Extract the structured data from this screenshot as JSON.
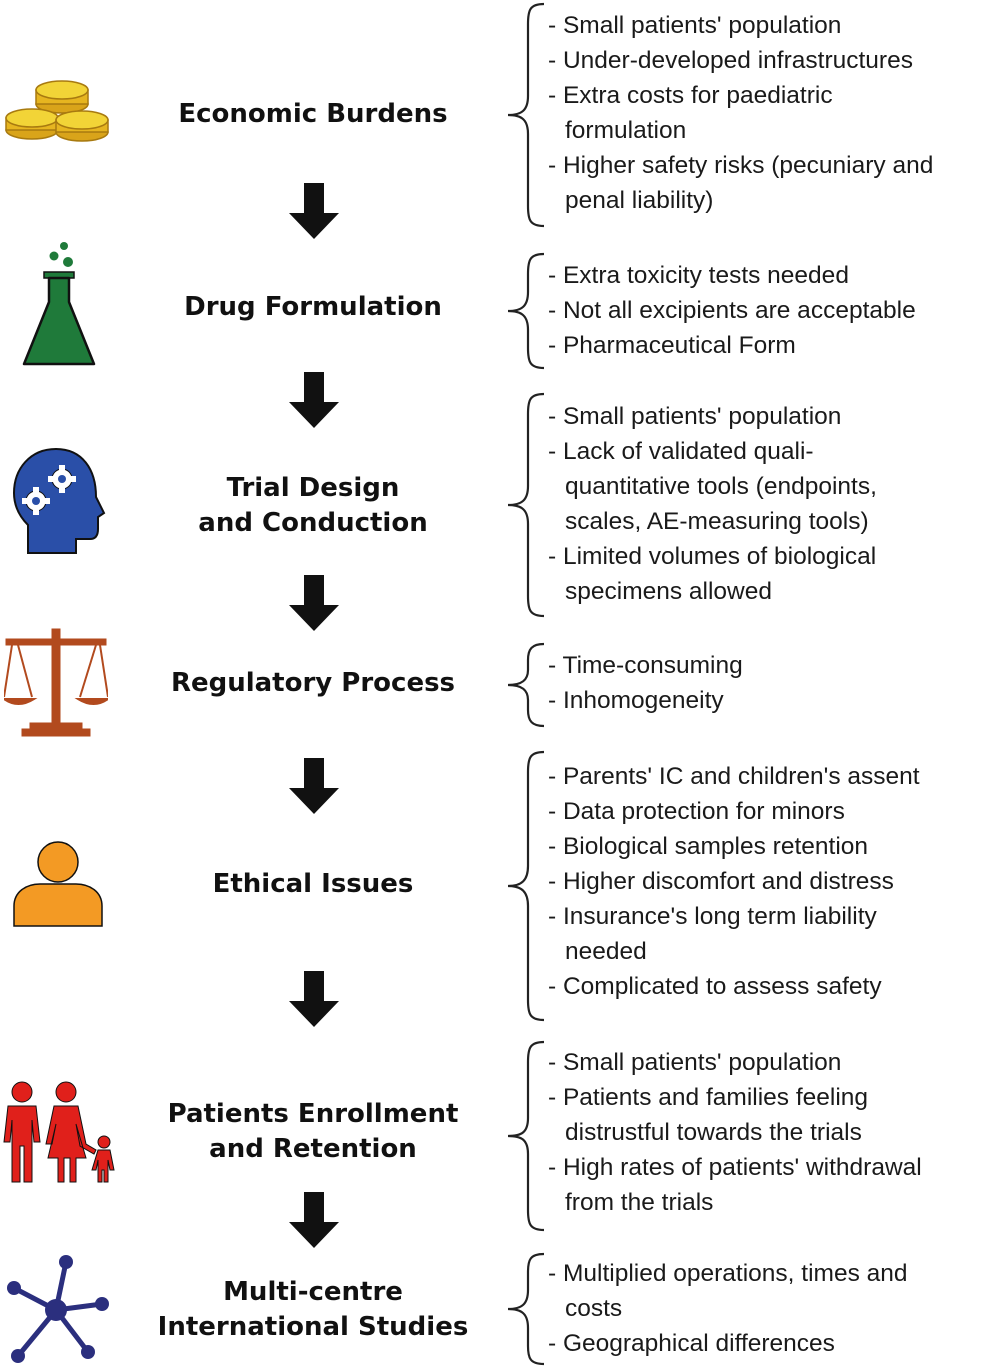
{
  "stages": [
    {
      "icon": "coins-icon",
      "title_lines": [
        "Economic Burdens"
      ],
      "bullets": [
        [
          "- Small patients' population"
        ],
        [
          "- Under-developed infrastructures"
        ],
        [
          "- Extra costs for paediatric",
          "formulation"
        ],
        [
          "- Higher safety risks (pecuniary and",
          "penal liability)"
        ]
      ]
    },
    {
      "icon": "flask-icon",
      "title_lines": [
        "Drug Formulation"
      ],
      "bullets": [
        [
          "- Extra toxicity tests needed"
        ],
        [
          "- Not all excipients are acceptable"
        ],
        [
          "- Pharmaceutical Form"
        ]
      ]
    },
    {
      "icon": "head-gears-icon",
      "title_lines": [
        "Trial Design",
        "and Conduction"
      ],
      "bullets": [
        [
          "- Small patients' population"
        ],
        [
          "- Lack of validated quali-",
          "quantitative tools (endpoints,",
          "scales, AE-measuring tools)"
        ],
        [
          "- Limited volumes of biological",
          "specimens allowed"
        ]
      ]
    },
    {
      "icon": "scales-icon",
      "title_lines": [
        "Regulatory Process"
      ],
      "bullets": [
        [
          "- Time-consuming"
        ],
        [
          "- Inhomogeneity"
        ]
      ]
    },
    {
      "icon": "person-icon",
      "title_lines": [
        "Ethical Issues"
      ],
      "bullets": [
        [
          "- Parents' IC and children's assent"
        ],
        [
          "- Data protection for minors"
        ],
        [
          "- Biological samples retention"
        ],
        [
          "- Higher discomfort and distress"
        ],
        [
          "- Insurance's long term liability",
          "needed"
        ],
        [
          "- Complicated to assess safety"
        ]
      ]
    },
    {
      "icon": "family-icon",
      "title_lines": [
        "Patients Enrollment",
        "and Retention"
      ],
      "bullets": [
        [
          "- Small patients' population"
        ],
        [
          "- Patients and families feeling",
          "distrustful towards the trials"
        ],
        [
          "- High rates of patients' withdrawal",
          "from the trials"
        ]
      ]
    },
    {
      "icon": "network-icon",
      "title_lines": [
        "Multi-centre",
        "International Studies"
      ],
      "bullets": [
        [
          "- Multiplied operations, times and",
          "costs"
        ],
        [
          "- Geographical differences"
        ]
      ]
    }
  ],
  "colors": {
    "coin_gold": "#e9c421",
    "coin_edge": "#c99a16",
    "flask_green": "#1f7a3a",
    "head_blue": "#2a4fa8",
    "scales_brown": "#b24a1e",
    "person_orange": "#f39a24",
    "family_red": "#e0201b",
    "network_navy": "#2b2f7e",
    "arrow": "#111111"
  }
}
